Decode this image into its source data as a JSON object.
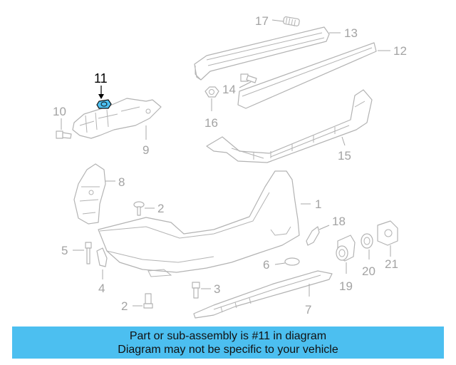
{
  "callouts": {
    "c1": "1",
    "c2a": "2",
    "c2b": "2",
    "c3": "3",
    "c4": "4",
    "c5": "5",
    "c6": "6",
    "c7": "7",
    "c8": "8",
    "c9": "9",
    "c10": "10",
    "c11": "11",
    "c12": "12",
    "c13": "13",
    "c14": "14",
    "c15": "15",
    "c16": "16",
    "c17": "17",
    "c18": "18",
    "c19": "19",
    "c20": "20",
    "c21": "21"
  },
  "highlighted_part": "11",
  "colors": {
    "highlight": "#4cbff0",
    "banner": "#4cbff0",
    "line_art": "#b3b3b3",
    "callout_text": "#a3a3a3"
  },
  "banner": {
    "line1": "Part or sub-assembly is #11 in diagram",
    "line2": "Diagram may not be specific to your vehicle"
  }
}
